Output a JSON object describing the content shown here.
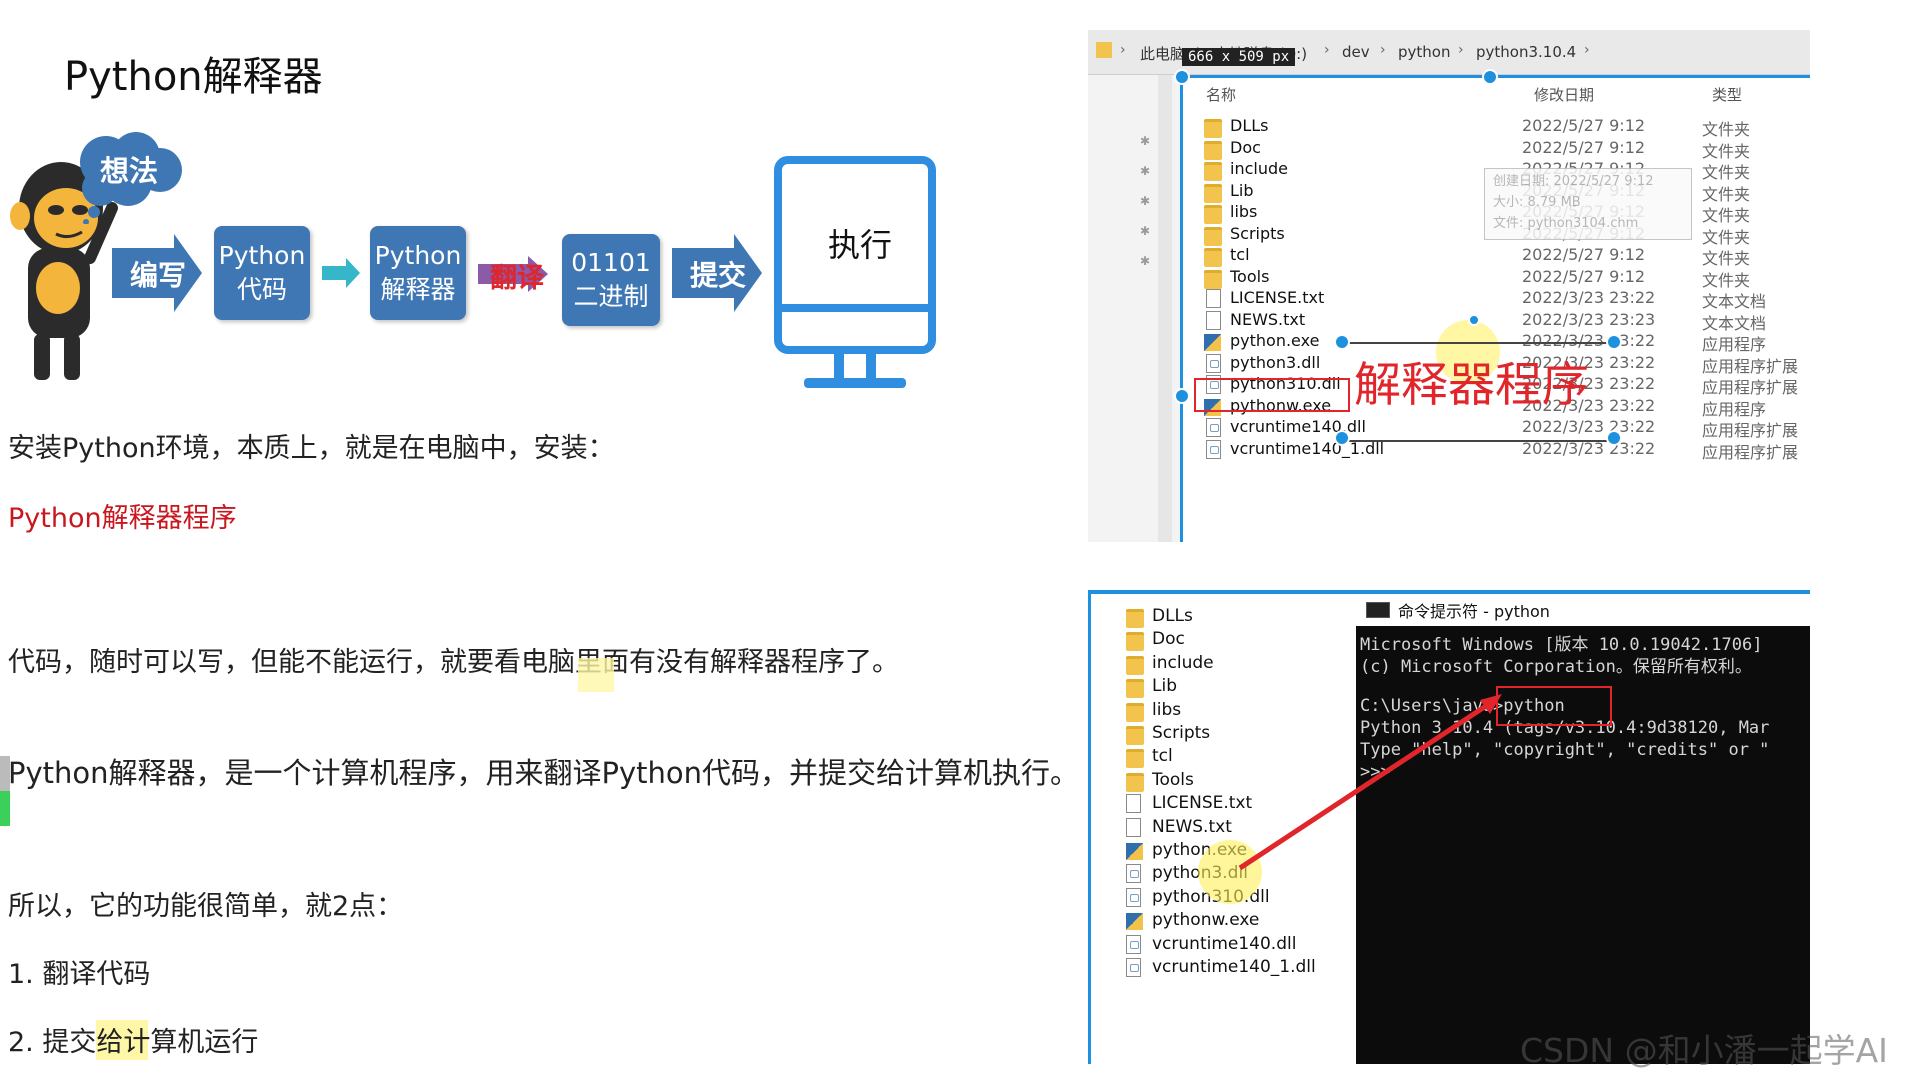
{
  "slide": {
    "title": "Python解释器",
    "thought_bubble": "想法",
    "flow": {
      "write_label": "编写",
      "box1_line1": "Python",
      "box1_line2": "代码",
      "box2_line1": "Python",
      "box2_line2": "解释器",
      "translate_label": "翻译",
      "box3_line1": "01101",
      "box3_line2": "二进制",
      "submit_label": "提交",
      "execute_label": "执行"
    },
    "para1": "安装Python环境，本质上，就是在电脑中，安装：",
    "para1_red": "Python解释器程序",
    "para2": "代码，随时可以写，但能不能运行，就要看电脑里面有没有解释器程序了。",
    "para3": "Python解释器，是一个计算机程序，用来翻译Python代码，并提交给计算机执行。",
    "para4": "所以，它的功能很简单，就2点：",
    "item1": "1. 翻译代码",
    "item2": "2. 提交给计算机运行"
  },
  "explorer": {
    "breadcrumb": [
      "此电脑",
      "本地磁盘 (D:)",
      "dev",
      "python",
      "python3.10.4"
    ],
    "dimension_badge": "666 x 509  px",
    "columns": {
      "name": "名称",
      "date": "修改日期",
      "type": "类型"
    },
    "files": [
      {
        "name": "DLLs",
        "date": "2022/5/27 9:12",
        "type": "文件夹",
        "icon": "folder-icon"
      },
      {
        "name": "Doc",
        "date": "2022/5/27 9:12",
        "type": "文件夹",
        "icon": "folder-icon"
      },
      {
        "name": "include",
        "date": "2022/5/27 9:12",
        "type": "文件夹",
        "icon": "folder-icon"
      },
      {
        "name": "Lib",
        "date": "2022/5/27 9:12",
        "type": "文件夹",
        "icon": "folder-icon"
      },
      {
        "name": "libs",
        "date": "2022/5/27 9:12",
        "type": "文件夹",
        "icon": "folder-icon"
      },
      {
        "name": "Scripts",
        "date": "2022/5/27 9:12",
        "type": "文件夹",
        "icon": "folder-icon"
      },
      {
        "name": "tcl",
        "date": "2022/5/27 9:12",
        "type": "文件夹",
        "icon": "folder-icon"
      },
      {
        "name": "Tools",
        "date": "2022/5/27 9:12",
        "type": "文件夹",
        "icon": "folder-icon"
      },
      {
        "name": "LICENSE.txt",
        "date": "2022/3/23 23:22",
        "type": "文本文档",
        "icon": "text-file-icon"
      },
      {
        "name": "NEWS.txt",
        "date": "2022/3/23 23:23",
        "type": "文本文档",
        "icon": "text-file-icon"
      },
      {
        "name": "python.exe",
        "date": "2022/3/23 23:22",
        "type": "应用程序",
        "icon": "python-exe-icon"
      },
      {
        "name": "python3.dll",
        "date": "2022/3/23 23:22",
        "type": "应用程序扩展",
        "icon": "dll-file-icon"
      },
      {
        "name": "python310.dll",
        "date": "2022/3/23 23:22",
        "type": "应用程序扩展",
        "icon": "dll-file-icon"
      },
      {
        "name": "pythonw.exe",
        "date": "2022/3/23 23:22",
        "type": "应用程序",
        "icon": "python-exe-icon"
      },
      {
        "name": "vcruntime140.dll",
        "date": "2022/3/23 23:22",
        "type": "应用程序扩展",
        "icon": "dll-file-icon"
      },
      {
        "name": "vcruntime140_1.dll",
        "date": "2022/3/23 23:22",
        "type": "应用程序扩展",
        "icon": "dll-file-icon"
      }
    ],
    "tooltip": [
      "创建日期: 2022/5/27 9:12",
      "大小: 8.79 MB",
      "文件: python3104.chm"
    ],
    "annotation": "解释器程序"
  },
  "cmd": {
    "files": [
      {
        "name": "DLLs",
        "icon": "folder-icon"
      },
      {
        "name": "Doc",
        "icon": "folder-icon"
      },
      {
        "name": "include",
        "icon": "folder-icon"
      },
      {
        "name": "Lib",
        "icon": "folder-icon"
      },
      {
        "name": "libs",
        "icon": "folder-icon"
      },
      {
        "name": "Scripts",
        "icon": "folder-icon"
      },
      {
        "name": "tcl",
        "icon": "folder-icon"
      },
      {
        "name": "Tools",
        "icon": "folder-icon"
      },
      {
        "name": "LICENSE.txt",
        "icon": "text-file-icon"
      },
      {
        "name": "NEWS.txt",
        "icon": "text-file-icon"
      },
      {
        "name": "python.exe",
        "icon": "python-exe-icon"
      },
      {
        "name": "python3.dll",
        "icon": "dll-file-icon"
      },
      {
        "name": "python310.dll",
        "icon": "dll-file-icon"
      },
      {
        "name": "pythonw.exe",
        "icon": "python-exe-icon"
      },
      {
        "name": "vcruntime140.dll",
        "icon": "dll-file-icon"
      },
      {
        "name": "vcruntime140_1.dll",
        "icon": "dll-file-icon"
      }
    ],
    "window_title": "命令提示符 - python",
    "terminal_lines": [
      "Microsoft Windows [版本 10.0.19042.1706]",
      "(c) Microsoft Corporation。保留所有权利。",
      "",
      "C:\\Users\\java>python",
      "Python 3.10.4 (tags/v3.10.4:9d38120, Mar",
      "Type \"help\", \"copyright\", \"credits\" or \"",
      ">>>"
    ]
  },
  "watermark": "CSDN @和小潘一起学AI",
  "colors": {
    "flow_blue": "#3f77b5",
    "accent_red": "#e0252b",
    "selection_blue": "#1e90e0",
    "highlight_yellow": "#fff7a8"
  }
}
